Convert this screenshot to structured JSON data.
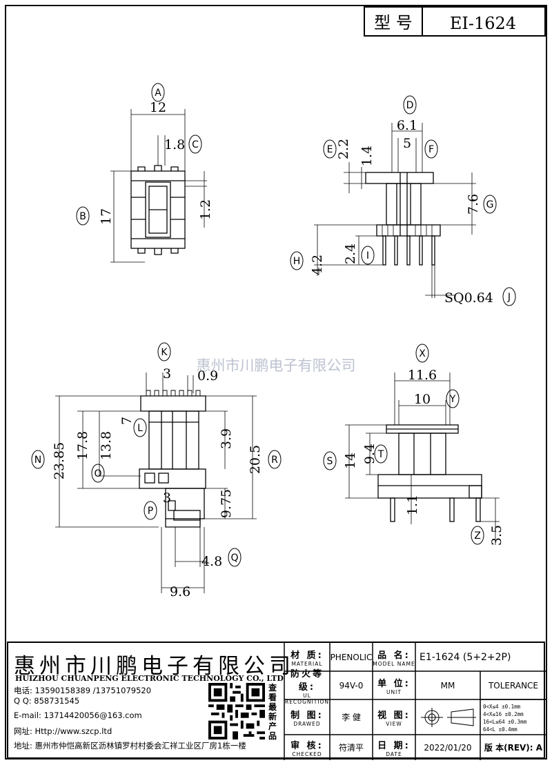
{
  "header": {
    "model_label": "型 号",
    "model_value": "EI-1624"
  },
  "watermark": "惠州市川鹏电子有限公司",
  "dimensions": {
    "A": "12",
    "C": "1.8",
    "B": "17",
    "c_12": "1.2",
    "D": "6.1",
    "E": "2.2",
    "F": "5",
    "e_14": "1.4",
    "G": "7.6",
    "H": "4.2",
    "I": "2.4",
    "J": "SQ0.64",
    "K": "3",
    "k_09": "0.9",
    "N": "23.85",
    "n_178": "17.8",
    "O": "13.8",
    "L": "7",
    "l_39": "3.9",
    "R": "20.5",
    "M": "9.75",
    "P": "3",
    "Q": "4.8",
    "q_96": "9.6",
    "X": "11.6",
    "Y": "10",
    "S": "14",
    "T": "9.4",
    "t_11": "1.1",
    "Z": "3.5"
  },
  "letters": {
    "A": "A",
    "B": "B",
    "C": "C",
    "D": "D",
    "E": "E",
    "F": "F",
    "G": "G",
    "H": "H",
    "I": "I",
    "J": "J",
    "K": "K",
    "L": "L",
    "N": "N",
    "O": "O",
    "P": "P",
    "Q": "Q",
    "R": "R",
    "X": "X",
    "Y": "Y",
    "S": "S",
    "T": "T",
    "Z": "Z"
  },
  "title_block": {
    "company_cn": "惠州市川鹏电子有限公司",
    "company_en": "HUIZHOU CHUANPENG ELECTRONIC TECHNOLOGY CO., LTD",
    "phone": "电话: 13590158389 /13751079520",
    "qq": "Q Q:  858731545",
    "email": "E-mail: 13714420056@163.com",
    "website": "网址: Http://www.szcp.ltd",
    "address": "地址: 惠州市仲恺高新区沥林镇罗村村委会汇祥工业区厂房1栋一楼",
    "qr_caption": "查看最新产品",
    "material_cn": "材 质:",
    "material_en": "MATERIAL",
    "material_val": "PHENOLIC",
    "product_cn": "品 名:",
    "product_en": "MODEL NAME",
    "product_val": "E1-1624 (5+2+2P)",
    "fire_cn": "防火等级:",
    "fire_en": "UL RECOGNITION",
    "fire_val": "94V-0",
    "unit_cn": "单 位:",
    "unit_en": "UNIT",
    "unit_val": "MM",
    "tolerance": "TOLERANCE",
    "drawn_cn": "制 图:",
    "drawn_en": "DRAWED",
    "drawn_val": "李 健",
    "view_cn": "视 图:",
    "view_en": "VIEW",
    "check_cn": "审 核:",
    "check_en": "CHECKED",
    "check_val": "符清平",
    "date_cn": "日 期:",
    "date_en": "DATE",
    "date_val": "2022/01/20",
    "rev_label": "版 本(REV): A",
    "tol_lines": [
      "0<X≤4    ±0.1mm",
      "4<X≤16   ±0.2mm",
      "16<L≤64  ±0.3mm",
      "64<L     ±0.4mm"
    ]
  }
}
